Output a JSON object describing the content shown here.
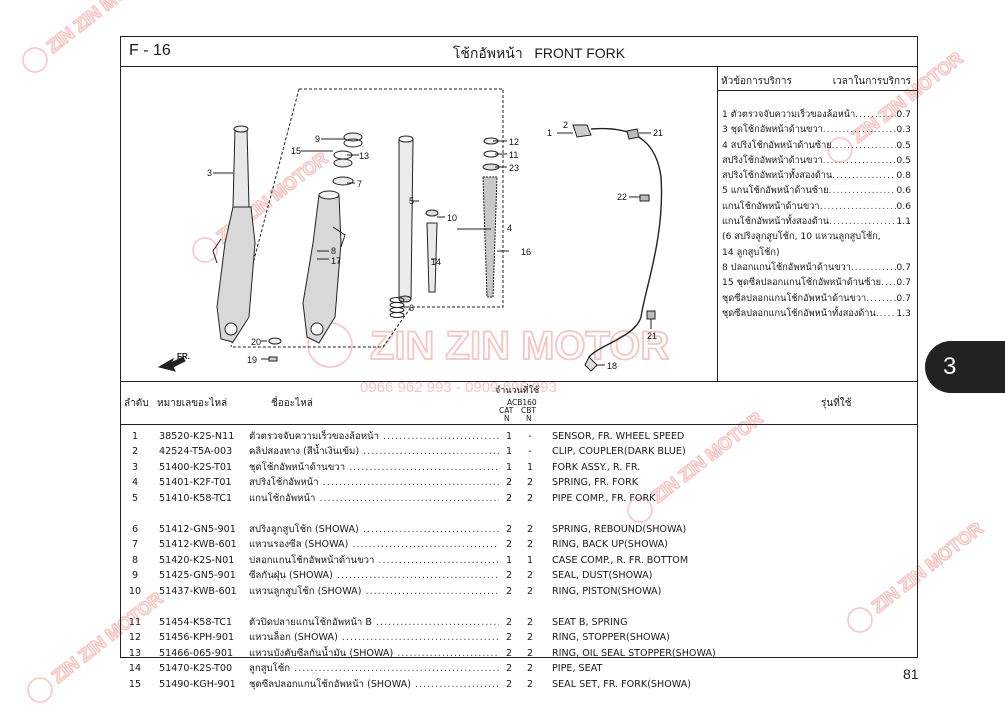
{
  "figure": {
    "code": "F - 16",
    "title_th": "โช้กอัพหน้า",
    "title_en": "FRONT FORK",
    "direction_label": "FR."
  },
  "callouts": [
    "1",
    "2",
    "3",
    "4",
    "5",
    "6",
    "7",
    "8",
    "9",
    "10",
    "11",
    "12",
    "13",
    "14",
    "15",
    "16",
    "17",
    "18",
    "19",
    "20",
    "21",
    "22",
    "23"
  ],
  "service": {
    "col_item": "หัวข้อการบริการ",
    "col_time": "เวลาในการบริการ",
    "items": [
      {
        "label": "1 ตัวตรวจจับความเร็วของล้อหน้า",
        "hours": "0.7"
      },
      {
        "label": "3 ชุดโช้กอัพหน้าด้านขวา",
        "hours": "0.3"
      },
      {
        "label": "4 สปริงโช้กอัพหน้าด้านซ้าย",
        "hours": "0.5"
      },
      {
        "label": "   สปริงโช้กอัพหน้าด้านขวา",
        "hours": "0.5"
      },
      {
        "label": "   สปริงโช้กอัพหน้าทั้งสองด้าน",
        "hours": "0.8"
      },
      {
        "label": "5 แกนโช้กอัพหน้าด้านซ้าย",
        "hours": "0.6"
      },
      {
        "label": "   แกนโช้กอัพหน้าด้านขวา",
        "hours": "0.6"
      },
      {
        "label": "   แกนโช้กอัพหน้าทั้งสองด้าน",
        "hours": "1.1"
      },
      {
        "label": "  (6 สปริงลูกสูบโช้ก, 10 แหวนลูกสูบโช้ก,",
        "hours": ""
      },
      {
        "label": "   14 ลูกสูบโช้ก)",
        "hours": ""
      },
      {
        "label": "8 ปลอกแกนโช้กอัพหน้าด้านขวา",
        "hours": "0.7"
      },
      {
        "label": "15 ชุดซีลปลอกแกนโช้กอัพหน้าด้านซ้าย",
        "hours": "0.7"
      },
      {
        "label": "   ชุดซีลปลอกแกนโช้กอัพหน้าด้านขวา",
        "hours": "0.7"
      },
      {
        "label": "   ชุดซีลปลอกแกนโช้กอัพหน้าทั้งสองด้าน",
        "hours": "1.3"
      }
    ]
  },
  "table": {
    "headers": {
      "no": "ลำดับ",
      "part_no": "หมายเลขอะไหล่",
      "name": "ชื่ออะไหล่",
      "qty": "จำนวนที่ใช้",
      "model_code": "ACB160",
      "cat": "CAT",
      "cbt": "CBT",
      "cat_n": "N",
      "cbt_n": "N",
      "model": "รุ่นที่ใช้"
    },
    "rows": [
      {
        "no": "1",
        "part": "38520-K2S-N11",
        "th": "ตัวตรวจจับความเร็วของล้อหน้า",
        "cat": "1",
        "cbt": "-",
        "en": "SENSOR, FR. WHEEL SPEED"
      },
      {
        "no": "2",
        "part": "42524-T5A-003",
        "th": "คลิปสองทาง (สีน้ำเงินเข้ม)",
        "cat": "1",
        "cbt": "-",
        "en": "CLIP, COUPLER(DARK BLUE)"
      },
      {
        "no": "3",
        "part": "51400-K2S-T01",
        "th": "ชุดโช้กอัพหน้าด้านขวา",
        "cat": "1",
        "cbt": "1",
        "en": "FORK ASSY., R. FR."
      },
      {
        "no": "4",
        "part": "51401-K2F-T01",
        "th": "สปริงโช้กอัพหน้า",
        "cat": "2",
        "cbt": "2",
        "en": "SPRING, FR. FORK"
      },
      {
        "no": "5",
        "part": "51410-K58-TC1",
        "th": "แกนโช้กอัพหน้า",
        "cat": "2",
        "cbt": "2",
        "en": "PIPE COMP., FR. FORK"
      },
      {
        "no": "6",
        "part": "51412-GN5-901",
        "th": "สปริงลูกสูบโช้ก (SHOWA)",
        "cat": "2",
        "cbt": "2",
        "en": "SPRING, REBOUND(SHOWA)"
      },
      {
        "no": "7",
        "part": "51412-KWB-601",
        "th": "แหวนรองซีล (SHOWA)",
        "cat": "2",
        "cbt": "2",
        "en": "RING, BACK UP(SHOWA)"
      },
      {
        "no": "8",
        "part": "51420-K2S-N01",
        "th": "ปลอกแกนโช้กอัพหน้าด้านขวา",
        "cat": "1",
        "cbt": "1",
        "en": "CASE COMP., R. FR. BOTTOM"
      },
      {
        "no": "9",
        "part": "51425-GN5-901",
        "th": "ซีลกันฝุ่น (SHOWA)",
        "cat": "2",
        "cbt": "2",
        "en": "SEAL, DUST(SHOWA)"
      },
      {
        "no": "10",
        "part": "51437-KWB-601",
        "th": "แหวนลูกสูบโช้ก (SHOWA)",
        "cat": "2",
        "cbt": "2",
        "en": "RING, PISTON(SHOWA)"
      },
      {
        "no": "11",
        "part": "51454-K58-TC1",
        "th": "ตัวปิดปลายแกนโช้กอัพหน้า B",
        "cat": "2",
        "cbt": "2",
        "en": "SEAT B, SPRING"
      },
      {
        "no": "12",
        "part": "51456-KPH-901",
        "th": "แหวนล็อก (SHOWA)",
        "cat": "2",
        "cbt": "2",
        "en": "RING, STOPPER(SHOWA)"
      },
      {
        "no": "13",
        "part": "51466-065-901",
        "th": "แหวนบังคับซีลกันน้ำมัน (SHOWA)",
        "cat": "2",
        "cbt": "2",
        "en": "RING, OIL SEAL STOPPER(SHOWA)"
      },
      {
        "no": "14",
        "part": "51470-K2S-T00",
        "th": "ลูกสูบโช้ก",
        "cat": "2",
        "cbt": "2",
        "en": "PIPE, SEAT"
      },
      {
        "no": "15",
        "part": "51490-KGH-901",
        "th": "ชุดซีลปลอกแกนโช้กอัพหน้า (SHOWA)",
        "cat": "2",
        "cbt": "2",
        "en": "SEAL SET, FR. FORK(SHOWA)"
      }
    ]
  },
  "section_tab": "3",
  "page_number": "81",
  "watermark": {
    "text": "ZIN ZIN MOTOR",
    "phone": "0966 962 993 - 0909 696 993",
    "color": "#e85a4f"
  }
}
